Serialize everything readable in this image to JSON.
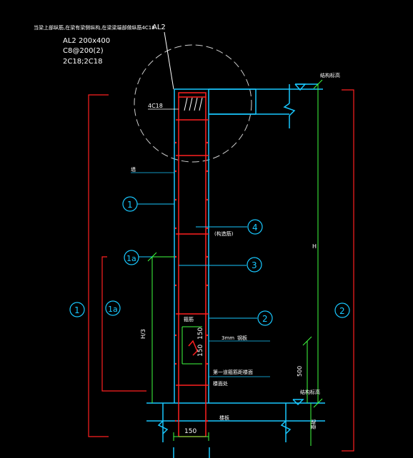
{
  "colors": {
    "background": "#000000",
    "concrete_outline": "#19c8ff",
    "rebar": "#ff2020",
    "dimension": "#40ff40",
    "text": "#ffffff",
    "callout_circle": "#19c8ff"
  },
  "notes": {
    "top_note": "当梁上部纵筋,在梁有梁侧纵构,在梁梁端部做纵筋4C18",
    "top_note_suffix": "AL2",
    "beam_label": "AL2",
    "beam_size": "200x400",
    "stirrup": "C8@200(2)",
    "long_bars": "2C18;2C18",
    "bar_4c18": "4C18",
    "wall_label": "墙",
    "level_top": "结构标高",
    "level_bottom": "结构标高",
    "note_4": "(构造筋)",
    "note_2a": "箍筋",
    "note_2b": "3mm",
    "note_2c": "钢板",
    "note_bottom_1": "第一道箍筋距楼面",
    "note_bottom_2": "楼面处",
    "note_floor": "楼板",
    "note_base": "基础"
  },
  "dimensions": {
    "dim_150_a": "150",
    "dim_150_b": "150",
    "dim_150_bottom": "150",
    "dim_500": "500",
    "dim_H": "H",
    "dim_H3": "H/3"
  },
  "callouts": {
    "c1_left": "1",
    "c1a_left": "1a",
    "c1_far": "1",
    "c1a_far": "1a",
    "c2": "2",
    "c2_right": "2",
    "c3": "3",
    "c4": "4"
  }
}
